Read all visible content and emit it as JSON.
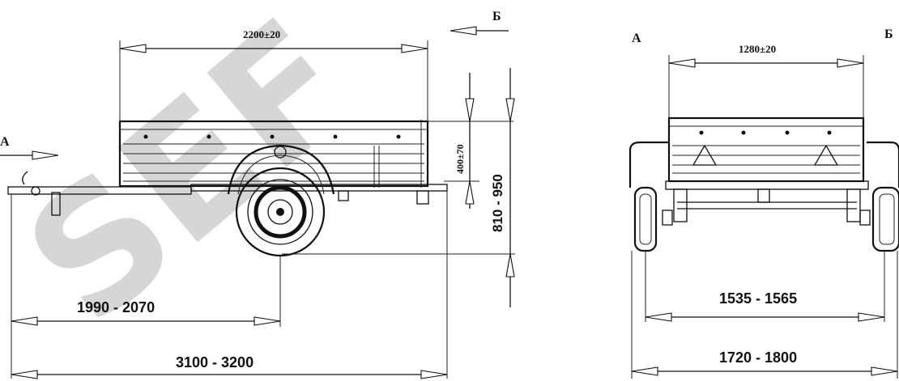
{
  "watermark": "SEF",
  "side_view": {
    "view_a_label": "А",
    "view_b_label": "Б",
    "dim_body_length": "2200±20",
    "dim_side_height": "400±70",
    "dim_overall_height": "810 - 950",
    "dim_hitch_to_axle": "1990 - 2070",
    "dim_overall_length": "3100 - 3200"
  },
  "front_view": {
    "view_a_label": "А",
    "view_b_label": "Б",
    "dim_body_width": "1280±20",
    "dim_track_width": "1535 - 1565",
    "dim_overall_width": "1720 - 1800"
  }
}
